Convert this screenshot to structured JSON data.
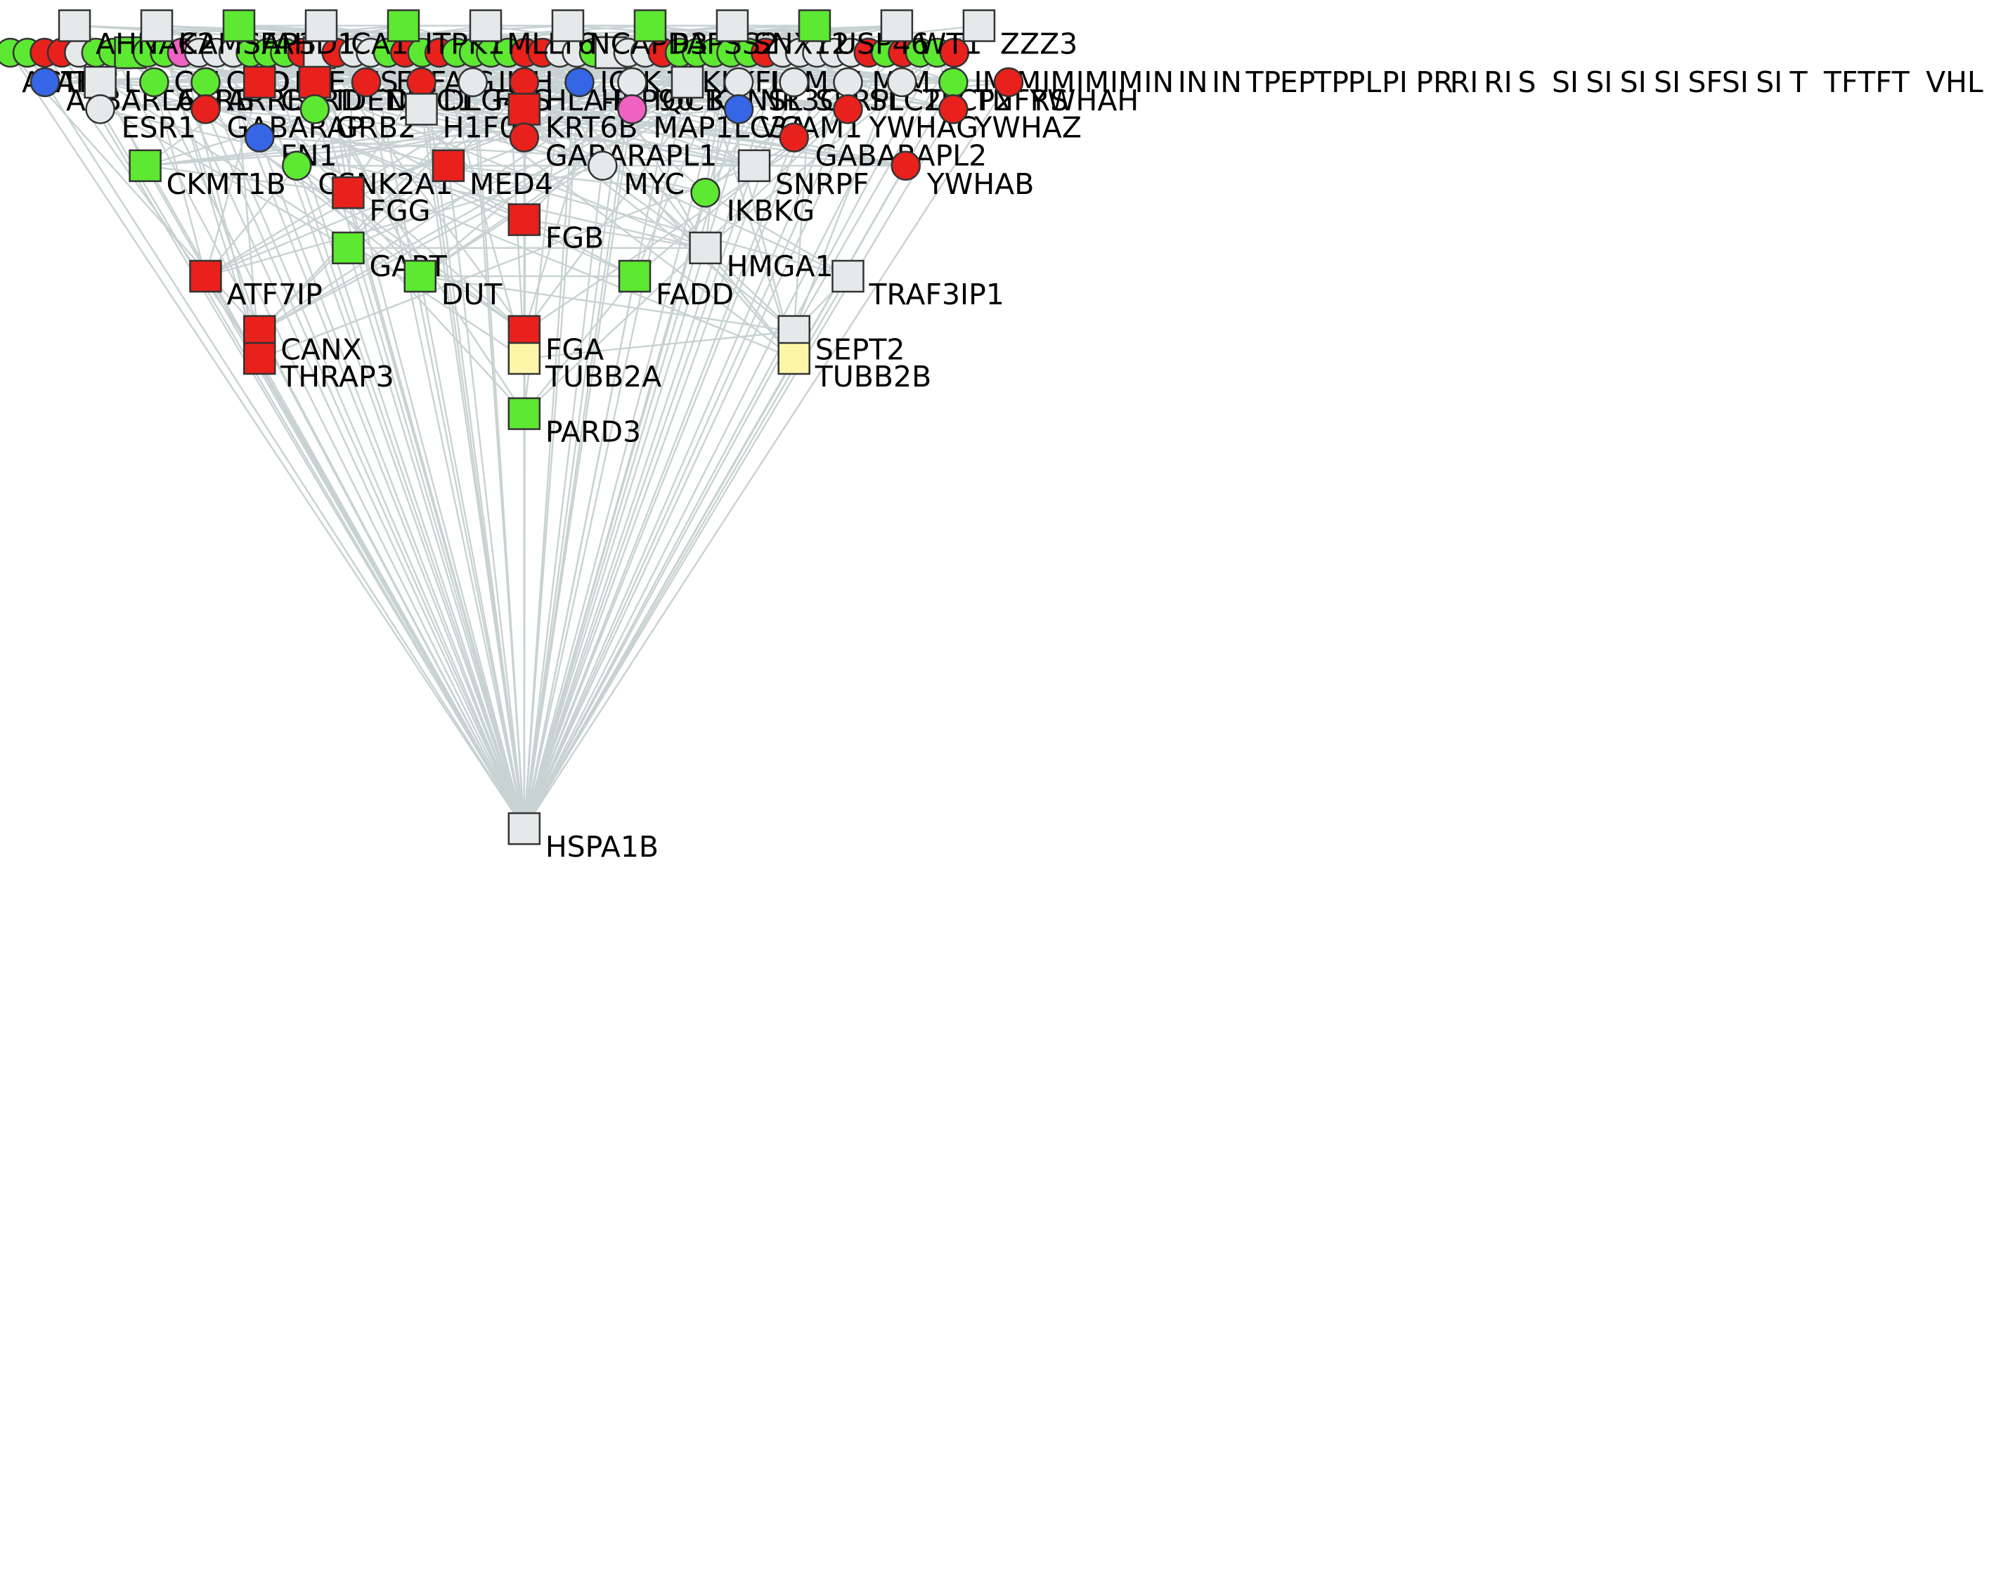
{
  "palette": {
    "red": "#e8211c",
    "green": "#5de832",
    "grey": "#e6e9ea",
    "blue": "#3466e6",
    "pink": "#ef62c2",
    "yellow": "#fdf6a8",
    "edge": "#c8d2d2"
  },
  "hub": "HSPA1B",
  "nodes": [
    {
      "id": "AHNAK2",
      "label": "AHNAK2",
      "shape": "square",
      "color": "grey"
    },
    {
      "id": "CAMSAP3",
      "label": "CAMSAP3",
      "shape": "square",
      "color": "grey"
    },
    {
      "id": "FAHD1",
      "label": "FAHD1",
      "shape": "square",
      "color": "green"
    },
    {
      "id": "ICA1",
      "label": "ICA1",
      "shape": "square",
      "color": "grey"
    },
    {
      "id": "ITPK1",
      "label": "ITPK1",
      "shape": "square",
      "color": "green"
    },
    {
      "id": "MLLT6",
      "label": "MLLT6",
      "shape": "square",
      "color": "grey"
    },
    {
      "id": "NCAPD3",
      "label": "NCAPD3",
      "shape": "square",
      "color": "grey"
    },
    {
      "id": "PAPSS2",
      "label": "PAPSS2",
      "shape": "square",
      "color": "green"
    },
    {
      "id": "SNX12",
      "label": "SNX12",
      "shape": "square",
      "color": "grey"
    },
    {
      "id": "USP46",
      "label": "USP46",
      "shape": "square",
      "color": "green"
    },
    {
      "id": "WT1",
      "label": "WT1",
      "shape": "square",
      "color": "grey"
    },
    {
      "id": "ZZZ3",
      "label": "ZZZ3",
      "shape": "square",
      "color": "grey"
    },
    {
      "id": "ALB",
      "label": "ALB",
      "shape": "circle",
      "color": "blue"
    },
    {
      "id": "ARL6IP",
      "label": "ARL6IP",
      "shape": "square",
      "color": "grey"
    },
    {
      "id": "ARRB",
      "label": "ARRB",
      "shape": "circle",
      "color": "green"
    },
    {
      "id": "ARRB2",
      "label": "ARRB2",
      "shape": "circle",
      "color": "green"
    },
    {
      "id": "CARD",
      "label": "CARD",
      "shape": "square",
      "color": "red"
    },
    {
      "id": "DENN",
      "label": "IDENNI",
      "shape": "square",
      "color": "red"
    },
    {
      "id": "DISC1",
      "label": "DISC1",
      "shape": "circle",
      "color": "red"
    },
    {
      "id": "DLG4",
      "label": "DLG4",
      "shape": "circle",
      "color": "red"
    },
    {
      "id": "FOS",
      "label": "FOS",
      "shape": "circle",
      "color": "grey"
    },
    {
      "id": "HLA-B",
      "label": "HLA-B",
      "shape": "circle",
      "color": "red"
    },
    {
      "id": "HSP90",
      "label": "HSP90",
      "shape": "circle",
      "color": "blue"
    },
    {
      "id": "IQCB1",
      "label": "IQCB1",
      "shape": "circle",
      "color": "grey"
    },
    {
      "id": "KANSL",
      "label": "KANSL",
      "shape": "square",
      "color": "grey"
    },
    {
      "id": "NR3C1",
      "label": "NR3C1",
      "shape": "circle",
      "color": "grey"
    },
    {
      "id": "SERP",
      "label": "SERPI",
      "shape": "circle",
      "color": "grey"
    },
    {
      "id": "SLC2A",
      "label": "SLC2A",
      "shape": "circle",
      "color": "grey"
    },
    {
      "id": "TFCP2",
      "label": "TFCP2",
      "shape": "circle",
      "color": "grey"
    },
    {
      "id": "TNFRS",
      "label": "TNFRS",
      "shape": "circle",
      "color": "green"
    },
    {
      "id": "YWHAH",
      "label": "YWHAH",
      "shape": "circle",
      "color": "red"
    },
    {
      "id": "ESR1",
      "label": "ESR1",
      "shape": "circle",
      "color": "grey"
    },
    {
      "id": "GABARAP",
      "label": "GABARAP",
      "shape": "circle",
      "color": "red"
    },
    {
      "id": "GRB2",
      "label": "GRB2",
      "shape": "circle",
      "color": "green"
    },
    {
      "id": "H1F0",
      "label": "H1F0",
      "shape": "square",
      "color": "grey"
    },
    {
      "id": "KRT6B",
      "label": "KRT6B",
      "shape": "square",
      "color": "red"
    },
    {
      "id": "MAP1LC3A",
      "label": "MAP1LC3A",
      "shape": "circle",
      "color": "pink"
    },
    {
      "id": "VCAM1",
      "label": "VCAM1",
      "shape": "circle",
      "color": "blue"
    },
    {
      "id": "YWHAG",
      "label": "YWHAG",
      "shape": "circle",
      "color": "red"
    },
    {
      "id": "YWHAZ",
      "label": "YWHAZ",
      "shape": "circle",
      "color": "red"
    },
    {
      "id": "FN1",
      "label": "FN1",
      "shape": "circle",
      "color": "blue"
    },
    {
      "id": "GABARAPL1",
      "label": "GABARAPL1",
      "shape": "circle",
      "color": "red"
    },
    {
      "id": "GABARAPL2",
      "label": "GABARAPL2",
      "shape": "circle",
      "color": "red"
    },
    {
      "id": "CKMT1B",
      "label": "CKMT1B",
      "shape": "square",
      "color": "green"
    },
    {
      "id": "CSNK2A1",
      "label": "CSNK2A1",
      "shape": "circle",
      "color": "green"
    },
    {
      "id": "MED4",
      "label": "MED4",
      "shape": "square",
      "color": "red"
    },
    {
      "id": "MYC",
      "label": "MYC",
      "shape": "circle",
      "color": "grey"
    },
    {
      "id": "SNRPF",
      "label": "SNRPF",
      "shape": "square",
      "color": "grey"
    },
    {
      "id": "YWHAB",
      "label": "YWHAB",
      "shape": "circle",
      "color": "red"
    },
    {
      "id": "FGG",
      "label": "FGG",
      "shape": "square",
      "color": "red"
    },
    {
      "id": "IKBKG",
      "label": "IKBKG",
      "shape": "circle",
      "color": "green"
    },
    {
      "id": "FGB",
      "label": "FGB",
      "shape": "square",
      "color": "red"
    },
    {
      "id": "GART",
      "label": "GART",
      "shape": "square",
      "color": "green"
    },
    {
      "id": "HMGA1",
      "label": "HMGA1",
      "shape": "square",
      "color": "grey"
    },
    {
      "id": "ATF7IP",
      "label": "ATF7IP",
      "shape": "square",
      "color": "red"
    },
    {
      "id": "DUT",
      "label": "DUT",
      "shape": "square",
      "color": "green"
    },
    {
      "id": "FADD",
      "label": "FADD",
      "shape": "square",
      "color": "green"
    },
    {
      "id": "TRAF3IP1",
      "label": "TRAF3IP1",
      "shape": "square",
      "color": "grey"
    },
    {
      "id": "CANX",
      "label": "CANX",
      "shape": "square",
      "color": "red"
    },
    {
      "id": "FGA",
      "label": "FGA",
      "shape": "square",
      "color": "red"
    },
    {
      "id": "SEPT2",
      "label": "SEPT2",
      "shape": "square",
      "color": "grey"
    },
    {
      "id": "THRAP3",
      "label": "THRAP3",
      "shape": "square",
      "color": "red"
    },
    {
      "id": "TUBB2A",
      "label": "TUBB2A",
      "shape": "square",
      "color": "yellow"
    },
    {
      "id": "TUBB2B",
      "label": "TUBB2B",
      "shape": "square",
      "color": "yellow"
    },
    {
      "id": "PARD3",
      "label": "PARD3",
      "shape": "square",
      "color": "green"
    },
    {
      "id": "HSPA1B",
      "label": "HSPA1B",
      "shape": "square",
      "color": "grey"
    }
  ],
  "dense_row": {
    "labels": [
      "ACTB",
      "AFA",
      "IC",
      "LC",
      "LCF",
      "CI",
      "CHD",
      "ID",
      "ID",
      "E",
      "ES",
      "F",
      "FAG",
      "IG",
      "IH",
      "H",
      "H",
      "IG",
      "IK",
      "TT",
      "KL",
      "KFL",
      "LF",
      "M",
      "M",
      "M",
      "M",
      "M",
      "IM",
      "IM",
      "IM",
      "IM",
      "IM",
      "IN",
      "IN",
      "IN",
      "TP",
      "EP",
      "TP",
      "PL",
      "PI",
      "PR",
      "RI",
      "RI",
      "S",
      "SI",
      "SI",
      "SI",
      "SI",
      "SF",
      "SI",
      "SI",
      "T",
      "TF",
      "TF",
      "T",
      "VHL"
    ],
    "markers": [
      "green",
      "green",
      "red",
      "red",
      "grey",
      "green",
      "green",
      "greensq",
      "green",
      "green",
      "pink",
      "grey",
      "grey",
      "grey",
      "green",
      "green",
      "green",
      "red",
      "greysq",
      "red",
      "grey",
      "grey",
      "green",
      "red",
      "green",
      "red",
      "green",
      "green",
      "green",
      "green",
      "red",
      "red",
      "grey",
      "grey",
      "green",
      "greysq",
      "grey",
      "grey",
      "red",
      "green",
      "green",
      "green",
      "green",
      "green",
      "red",
      "grey",
      "grey",
      "grey",
      "grey",
      "grey",
      "red",
      "green",
      "red",
      "green",
      "green",
      "red"
    ]
  }
}
